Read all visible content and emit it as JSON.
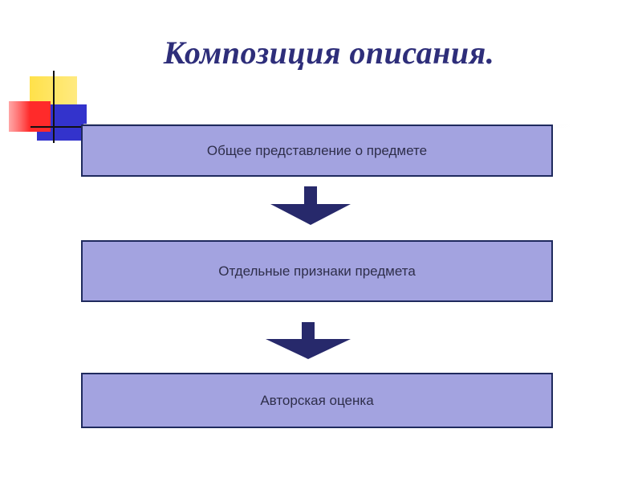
{
  "slide": {
    "title": "Композиция описания."
  },
  "diagram": {
    "steps": [
      {
        "label": "Общее представление о предмете"
      },
      {
        "label": "Отдельные признаки предмета"
      },
      {
        "label": "Авторская оценка"
      }
    ]
  },
  "colors": {
    "title": "#2e2e7a",
    "box_fill": "#a3a3e0",
    "box_border": "#1f2a5e",
    "arrow": "#27296b",
    "deco_yellow": "#ffe14a",
    "deco_red": "#ff3b3b",
    "deco_blue": "#3333cc"
  }
}
